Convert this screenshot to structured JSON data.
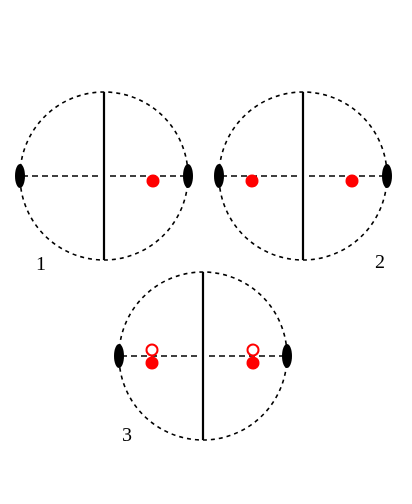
{
  "colors": {
    "ink": "#000000",
    "dot": "#ff0000",
    "background": "#ffffff"
  },
  "diagrams": [
    {
      "label": "1",
      "dots": [
        {
          "side": "right",
          "style": "filled"
        }
      ]
    },
    {
      "label": "2",
      "dots": [
        {
          "side": "left",
          "style": "filled"
        },
        {
          "side": "right",
          "style": "filled"
        }
      ]
    },
    {
      "label": "3",
      "dots": [
        {
          "side": "left",
          "style": "filled"
        },
        {
          "side": "left",
          "style": "open"
        },
        {
          "side": "right",
          "style": "filled"
        },
        {
          "side": "right",
          "style": "open"
        }
      ]
    }
  ]
}
